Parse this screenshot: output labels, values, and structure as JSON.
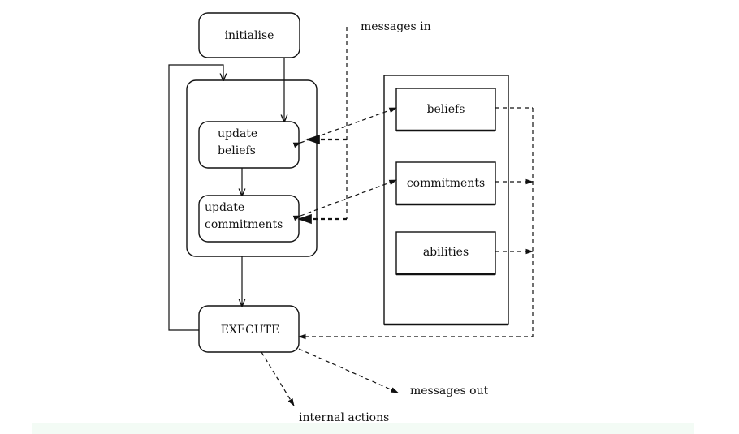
{
  "nodes": {
    "initialise": "initialise",
    "update_beliefs": [
      "update",
      "beliefs"
    ],
    "update_commitments": [
      "update",
      "commitments"
    ],
    "execute": "EXECUTE",
    "beliefs": "beliefs",
    "commitments": "commitments",
    "abilities": "abilities"
  },
  "labels": {
    "messages_in": "messages in",
    "messages_out": "messages out",
    "internal_actions": "internal actions"
  },
  "colors": {
    "ink": "#111111",
    "footer_strip": "#f3fbf5"
  }
}
